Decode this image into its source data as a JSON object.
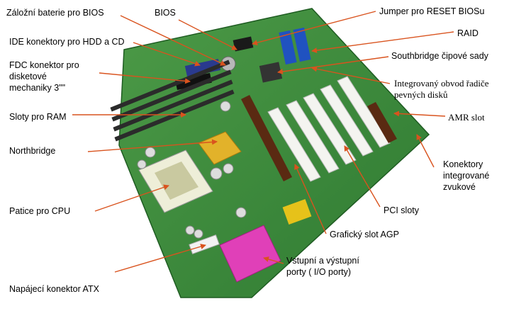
{
  "diagram": {
    "background": "#ffffff",
    "arrow_color": "#d9531e",
    "board_color": "#3d8a3a",
    "labels": {
      "backup_battery": "Záložní baterie pro BIOS",
      "bios": "BIOS",
      "jumper_reset": "Jumper pro RESET BIOSu",
      "ide_connectors": "IDE konektory pro HDD a CD",
      "raid": "RAID",
      "fdc_connector": "FDC konektor pro\ndisketové\nmechaniky 3\"\"",
      "southbridge": "Southbridge čipové sady",
      "integrated_controller": "Integrovaný obvod řadiče\npevných disků",
      "ram_slots": "Sloty pro RAM",
      "amr_slot": "AMR slot",
      "northbridge": "Northbridge",
      "integrated_audio": "Konektory\nintegrované\nzvukové",
      "cpu_socket": "Patice pro CPU",
      "pci_slots": "PCI sloty",
      "agp_slot": "Grafický slot AGP",
      "io_ports": "Vstupní a výstupní\nporty ( I/O porty)",
      "atx_power": "Napájecí konektor ATX"
    }
  }
}
